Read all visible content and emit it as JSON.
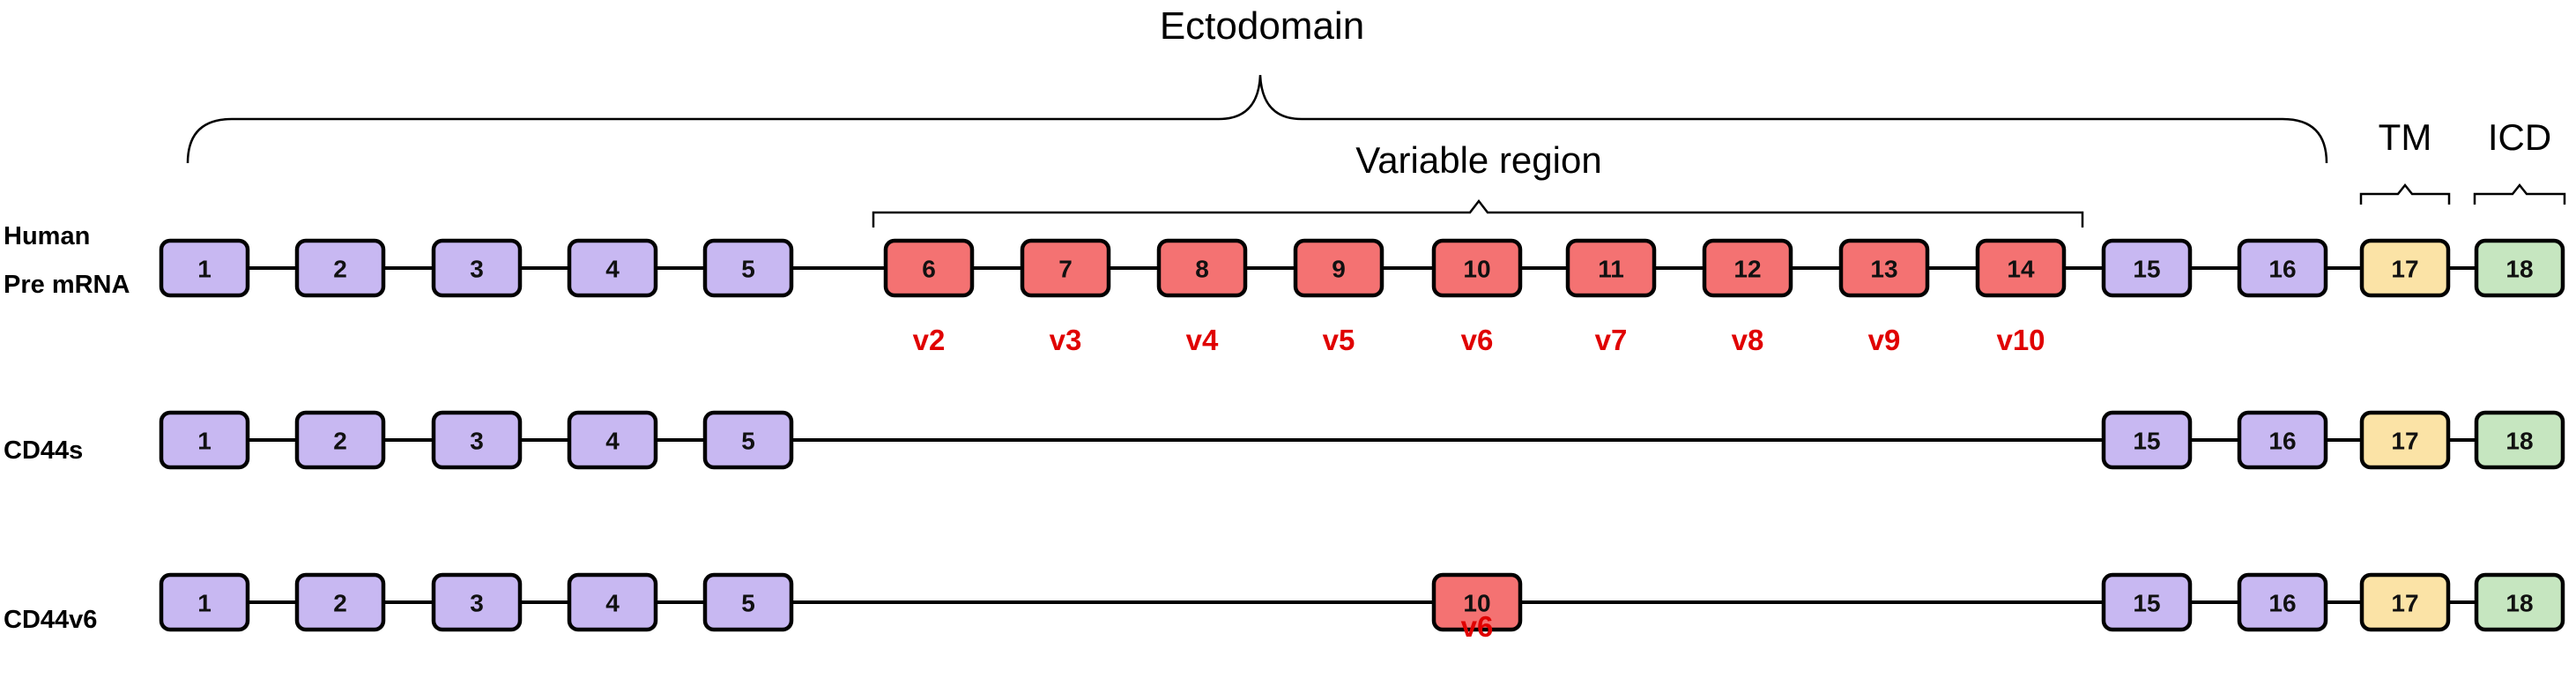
{
  "colors": {
    "constant": "#c8b8f2",
    "variable": "#f47272",
    "tm": "#fbe3a6",
    "icd": "#c6e6c0",
    "vlabel": "#e00000"
  },
  "labels": {
    "ectodomain": "Ectodomain",
    "variable_region": "Variable region",
    "tm": "TM",
    "icd": "ICD"
  },
  "rows": [
    {
      "name": "Human Pre mRNA",
      "label_lines": [
        "Human",
        "Pre mRNA"
      ],
      "exons": [
        {
          "num": "1",
          "kind": "constant"
        },
        {
          "num": "2",
          "kind": "constant"
        },
        {
          "num": "3",
          "kind": "constant"
        },
        {
          "num": "4",
          "kind": "constant"
        },
        {
          "num": "5",
          "kind": "constant"
        },
        {
          "num": "6",
          "kind": "variable",
          "vlabel": "v2"
        },
        {
          "num": "7",
          "kind": "variable",
          "vlabel": "v3"
        },
        {
          "num": "8",
          "kind": "variable",
          "vlabel": "v4"
        },
        {
          "num": "9",
          "kind": "variable",
          "vlabel": "v5"
        },
        {
          "num": "10",
          "kind": "variable",
          "vlabel": "v6"
        },
        {
          "num": "11",
          "kind": "variable",
          "vlabel": "v7"
        },
        {
          "num": "12",
          "kind": "variable",
          "vlabel": "v8"
        },
        {
          "num": "13",
          "kind": "variable",
          "vlabel": "v9"
        },
        {
          "num": "14",
          "kind": "variable",
          "vlabel": "v10"
        },
        {
          "num": "15",
          "kind": "constant"
        },
        {
          "num": "16",
          "kind": "constant"
        },
        {
          "num": "17",
          "kind": "tm"
        },
        {
          "num": "18",
          "kind": "icd"
        }
      ]
    },
    {
      "name": "CD44s",
      "label_lines": [
        "CD44s"
      ],
      "exons": [
        {
          "num": "1",
          "kind": "constant"
        },
        {
          "num": "2",
          "kind": "constant"
        },
        {
          "num": "3",
          "kind": "constant"
        },
        {
          "num": "4",
          "kind": "constant"
        },
        {
          "num": "5",
          "kind": "constant"
        },
        {
          "num": "15",
          "kind": "constant"
        },
        {
          "num": "16",
          "kind": "constant"
        },
        {
          "num": "17",
          "kind": "tm"
        },
        {
          "num": "18",
          "kind": "icd"
        }
      ]
    },
    {
      "name": "CD44v6",
      "label_lines": [
        "CD44v6"
      ],
      "exons": [
        {
          "num": "1",
          "kind": "constant"
        },
        {
          "num": "2",
          "kind": "constant"
        },
        {
          "num": "3",
          "kind": "constant"
        },
        {
          "num": "4",
          "kind": "constant"
        },
        {
          "num": "5",
          "kind": "constant"
        },
        {
          "num": "10",
          "kind": "variable",
          "vlabel": "v6"
        },
        {
          "num": "15",
          "kind": "constant"
        },
        {
          "num": "16",
          "kind": "constant"
        },
        {
          "num": "17",
          "kind": "tm"
        },
        {
          "num": "18",
          "kind": "icd"
        }
      ]
    }
  ]
}
